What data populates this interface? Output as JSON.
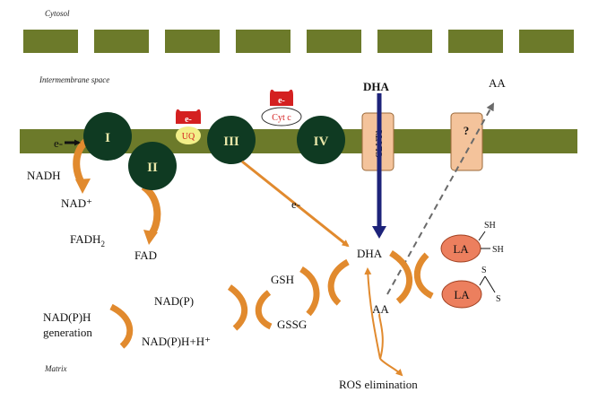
{
  "regions": {
    "cytosol": "Cytosol",
    "intermembrane": "Intermembrane space",
    "matrix": "Matrix"
  },
  "complexes": {
    "c1": "I",
    "c2": "II",
    "c3": "III",
    "c4": "IV"
  },
  "carriers": {
    "uq": "UQ",
    "uq_electron": "e-",
    "cytc": "Cyt c",
    "cytc_electron": "e-",
    "entry_electron": "e-"
  },
  "transporters": {
    "glut1": "GLUT1",
    "unknown": "?"
  },
  "labels": {
    "dha_top": "DHA",
    "aa_top": "AA",
    "e_transfer": "e-",
    "nadh": "NADH",
    "nad_plus": "NAD⁺",
    "fadh2": "FADH",
    "fadh2_sub": "2",
    "fad": "FAD",
    "dha_matrix": "DHA",
    "aa_matrix": "AA",
    "gsh": "GSH",
    "gssg": "GSSG",
    "nadp": "NAD(P)",
    "nadph_h": "NAD(P)H+H⁺",
    "nadph_gen_1": "NAD(P)H",
    "nadph_gen_2": "generation",
    "ros": "ROS elimination",
    "la": "LA",
    "sh": "SH",
    "s": "S"
  },
  "colors": {
    "membrane": "#6c7a2a",
    "complex": "#0f3a22",
    "arrow_orange": "#e18a2e",
    "transporter": "#f4c39b",
    "la_fill": "#ec7f5e",
    "navy": "#1d237a"
  }
}
